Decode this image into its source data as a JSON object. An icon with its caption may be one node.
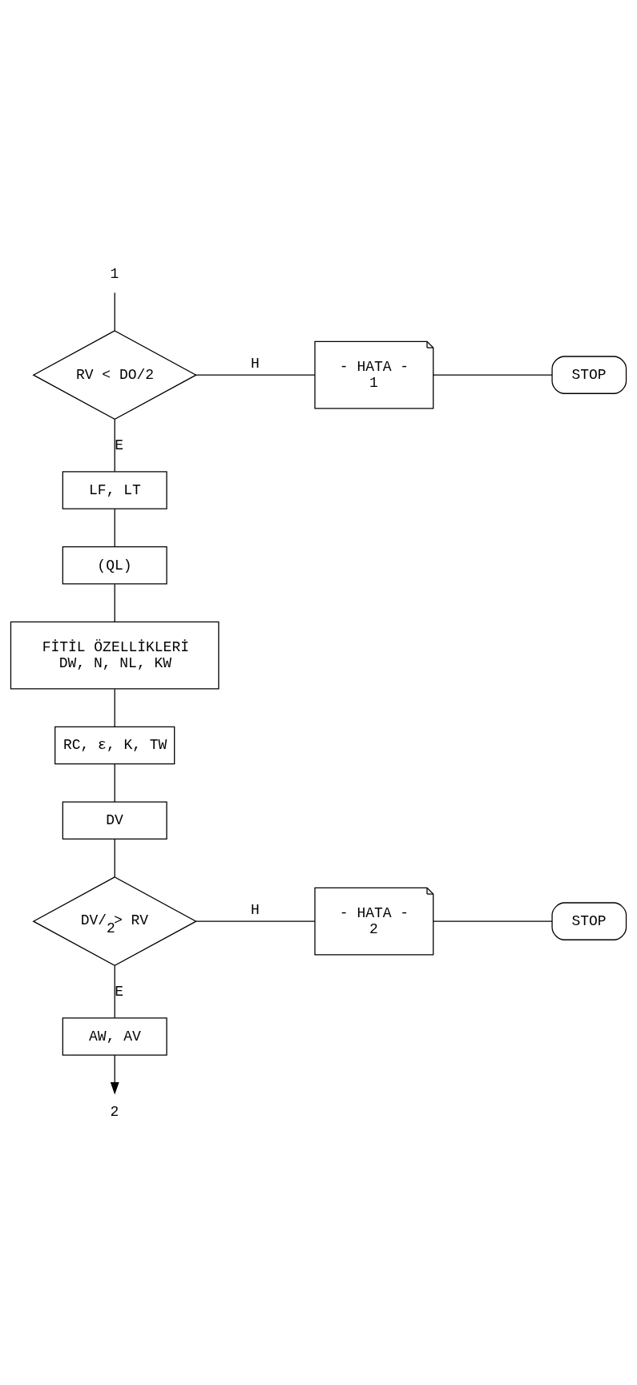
{
  "diagram": {
    "nodes": [
      {
        "text": [
          "1"
        ]
      },
      {
        "text": [
          "RV < DO/2"
        ]
      },
      {
        "text": [
          "- HATA -",
          "1"
        ]
      },
      {
        "text": [
          "STOP"
        ]
      },
      {
        "text": [
          "LF, LT"
        ]
      },
      {
        "text": [
          "(QL)"
        ]
      },
      {
        "text": [
          "FİTİL ÖZELLİKLERİ",
          "DW, N, NL, KW"
        ]
      },
      {
        "text": [
          "RC, ε, K, TW"
        ]
      },
      {
        "text": [
          "DV"
        ]
      },
      {
        "text": [
          "DV/$_{2}$> RV"
        ]
      },
      {
        "text": [
          "- HATA -",
          "2"
        ]
      },
      {
        "text": [
          "STOP"
        ]
      },
      {
        "text": [
          "AW, AV"
        ]
      },
      {
        "text": [
          "2"
        ]
      }
    ],
    "edges": [
      {
        "from": 0,
        "to": 1,
        "arrow": "none"
      },
      {
        "from": 1,
        "to": 2,
        "arrow": "none",
        "label": "H"
      },
      {
        "from": 2,
        "to": 3,
        "arrow": "none"
      },
      {
        "from": 1,
        "to": 4,
        "arrow": "none",
        "label": "E"
      },
      {
        "from": 4,
        "to": 5,
        "arrow": "none"
      },
      {
        "from": 5,
        "to": 6,
        "arrow": "none"
      },
      {
        "from": 6,
        "to": 7,
        "arrow": "none"
      },
      {
        "from": 7,
        "to": 8,
        "arrow": "none"
      },
      {
        "from": 8,
        "to": 9,
        "arrow": "none"
      },
      {
        "from": 9,
        "to": 10,
        "arrow": "none",
        "label": "H"
      },
      {
        "from": 10,
        "to": 11,
        "arrow": "none"
      },
      {
        "from": 9,
        "to": 12,
        "arrow": "none",
        "label": "E"
      },
      {
        "from": 12,
        "to": 13,
        "arrow": "to"
      }
    ]
  }
}
